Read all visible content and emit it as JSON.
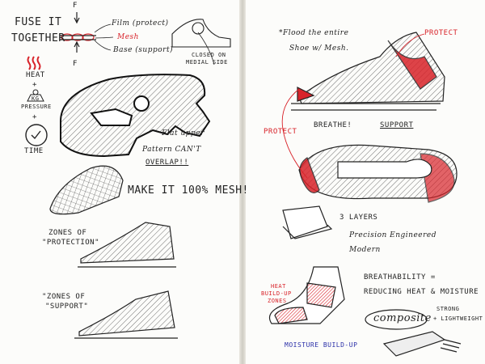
{
  "left_page": {
    "fuse_title_1": "FUSE IT",
    "fuse_title_2": "TOGETHER",
    "force_top": "F",
    "force_bottom": "F",
    "layer_film": "Film (protect)",
    "layer_mesh": "Mesh",
    "layer_base": "Base (support)",
    "heat_label": "HEAT",
    "plus_1": "+",
    "weight_label": "KG",
    "pressure_label": "PRESSURE",
    "plus_2": "+",
    "time_label": "TIME",
    "closed_note_1": "CLOSED ON",
    "closed_note_2": "MEDIAL SIDE",
    "flat_upper": "Flat upper",
    "pattern_note_1": "Pattern CAN'T",
    "pattern_note_2": "OVERLAP!!",
    "mesh_note": "MAKE IT 100% MESH!",
    "zones_protection_1": "ZONES OF",
    "zones_protection_2": "\"PROTECTION\"",
    "zones_support_1": "\"ZONES OF",
    "zones_support_2": "\"SUPPORT\""
  },
  "right_page": {
    "flood_note_1": "*Flood the entire",
    "flood_note_2": "Shoe w/ Mesh.",
    "protect_top": "PROTECT",
    "protect_left": "PROTECT",
    "breathe": "BREATHE!",
    "support": "SUPPORT",
    "layers": "3 LAYERS",
    "precision_1": "Precision Engineered",
    "precision_2": "Modern",
    "heat_zones_1": "HEAT",
    "heat_zones_2": "BUILD-UP",
    "heat_zones_3": "ZONES",
    "moisture": "MOISTURE BUILD-UP",
    "breathability_1": "BREATHABILITY =",
    "breathability_2": "REDUCING HEAT & MOISTURE",
    "composite": "composite",
    "strong_1": "STRONG",
    "strong_2": "+ LIGHTWEIGHT"
  },
  "colors": {
    "ink": "#222222",
    "red": "#d8232a",
    "blue": "#2a2fa8"
  }
}
